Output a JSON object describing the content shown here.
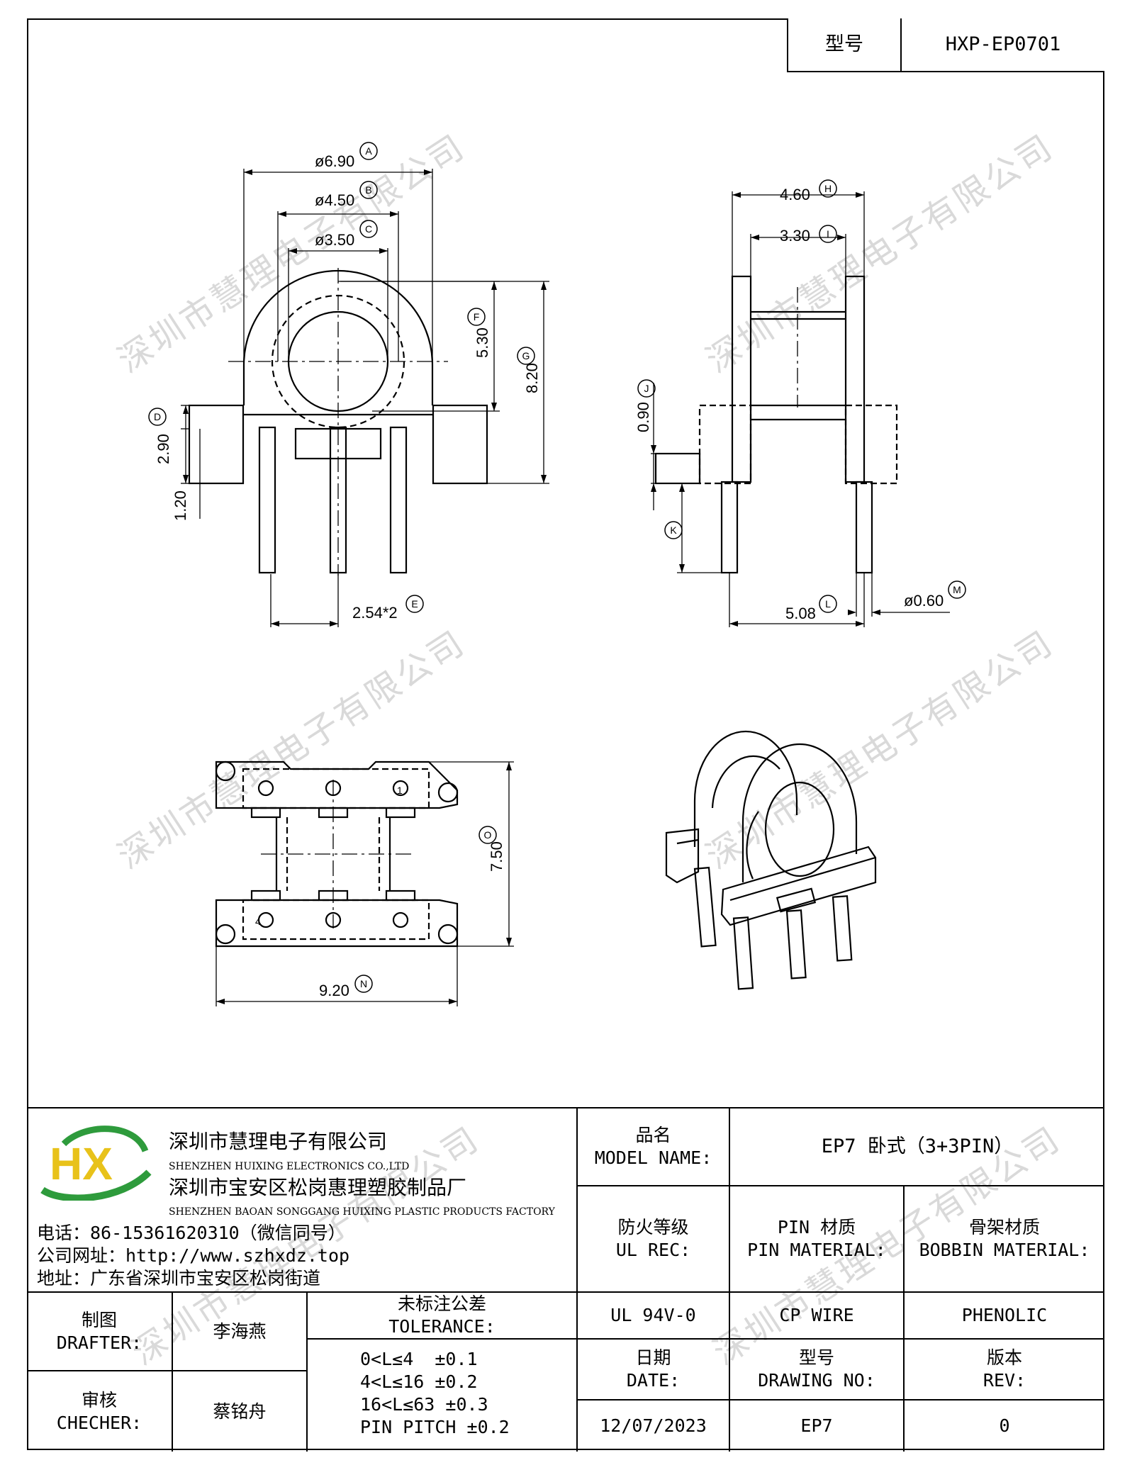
{
  "header": {
    "model_label": "型号",
    "model_value": "HXP-EP0701"
  },
  "watermark": "深圳市慧理电子有限公司",
  "drawing": {
    "front_view": {
      "dia_a": "ø6.90",
      "tag_a": "A",
      "dia_b": "ø4.50",
      "tag_b": "B",
      "dia_c": "ø3.50",
      "tag_c": "C",
      "dim_f": "5.30",
      "tag_f": "F",
      "dim_g": "8.20",
      "tag_g": "G",
      "dim_d": "2.90",
      "tag_d": "D",
      "dim_1": "1.20",
      "pitch": "2.54*2",
      "tag_e": "E"
    },
    "side_view": {
      "dim_h": "4.60",
      "tag_h": "H",
      "dim_i": "3.30",
      "tag_i": "I",
      "dim_j": "0.90",
      "tag_j": "J",
      "tag_k": "K",
      "dim_l": "5.08",
      "tag_l": "L",
      "dim_m": "ø0.60",
      "tag_m": "M"
    },
    "bottom_view": {
      "dim_o": "7.50",
      "tag_o": "O",
      "dim_n": "9.20",
      "tag_n": "N",
      "pin_1": "1",
      "pin_4": "4"
    }
  },
  "company": {
    "name_cn": "深圳市慧理电子有限公司",
    "name_en": "SHENZHEN HUIXING ELECTRONICS CO.,LTD",
    "factory_cn": "深圳市宝安区松岗惠理塑胶制品厂",
    "factory_en": "SHENZHEN BAOAN SONGGANG HUIXING PLASTIC PRODUCTS FACTORY",
    "phone": "电话：86-15361620310（微信同号）",
    "website": "公司网址：http://www.szhxdz.top",
    "address": "地址：广东省深圳市宝安区松岗街道",
    "logo_text": "HX",
    "colors": {
      "green": "#2e9b3c",
      "yellow": "#e8c21a"
    }
  },
  "title_block": {
    "model_name_cn": "品名",
    "model_name_en": "MODEL NAME:",
    "model_name_value": "EP7 卧式（3+3PIN）",
    "ul_rec_cn": "防火等级",
    "ul_rec_en": "UL REC:",
    "pin_mat_cn": "PIN 材质",
    "pin_mat_en": "PIN MATERIAL:",
    "bobbin_mat_cn": "骨架材质",
    "bobbin_mat_en": "BOBBIN MATERIAL:",
    "ul_value": "UL 94V-0",
    "pin_value": "CP WIRE",
    "bobbin_value": "PHENOLIC",
    "drafter_cn": "制图",
    "drafter_en": "DRAFTER:",
    "drafter_name": "李海燕",
    "checker_cn": "审核",
    "checker_en": "CHECHER:",
    "checker_name": "蔡铭舟",
    "tolerance_cn": "未标注公差",
    "tolerance_en": "TOLERANCE:",
    "tolerances": [
      "0<L≤4  ±0.1",
      "4<L≤16 ±0.2",
      "16<L≤63 ±0.3",
      "PIN PITCH ±0.2"
    ],
    "date_cn": "日期",
    "date_en": "DATE:",
    "date_value": "12/07/2023",
    "drawing_no_cn": "型号",
    "drawing_no_en": "DRAWING NO:",
    "drawing_no_value": "EP7",
    "rev_cn": "版本",
    "rev_en": "REV:",
    "rev_value": "0"
  }
}
